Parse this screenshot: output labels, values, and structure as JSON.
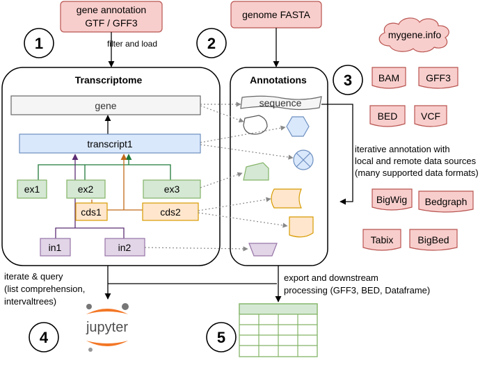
{
  "inputs": {
    "gene_annotation_line1": "gene annotation",
    "gene_annotation_line2": "GTF / GFF3",
    "genome_fasta": "genome FASTA",
    "mygene": "mygene.info"
  },
  "steps": {
    "s1": "1",
    "s2": "2",
    "s3": "3",
    "s4": "4",
    "s5": "5"
  },
  "edges": {
    "filter_load": "filter and load"
  },
  "transcriptome": {
    "title": "Transcriptome",
    "gene": "gene",
    "transcript": "transcript1",
    "exons": [
      "ex1",
      "ex2",
      "ex3"
    ],
    "cds": [
      "cds1",
      "cds2"
    ],
    "introns": [
      "in1",
      "in2"
    ]
  },
  "annotations": {
    "title": "Annotations",
    "sequence": "sequence"
  },
  "formats": [
    "BAM",
    "GFF3",
    "BED",
    "VCF",
    "BigWig",
    "Bedgraph",
    "Tabix",
    "BigBed"
  ],
  "notes": {
    "iterative": [
      "iterative annotation with",
      "local and remote data sources",
      "(many supported data formats)"
    ],
    "iterate_query": [
      "iterate & query",
      "(list comprehension,",
      "intervaltrees)"
    ],
    "export": [
      "export and downstream",
      "processing (GFF3, BED, Dataframe)"
    ]
  },
  "logo": {
    "jupyter": "jupyter"
  },
  "colors": {
    "pink_fill": "#f8cecc",
    "pink_stroke": "#b85450",
    "gray_fill": "#f5f5f5",
    "gray_stroke": "#666666",
    "blue_fill": "#dae8fc",
    "blue_stroke": "#6c8ebf",
    "green_fill": "#d5e8d4",
    "green_stroke": "#82b366",
    "orange_fill": "#ffe6cc",
    "orange_stroke": "#d79b00",
    "purple_fill": "#e1d5e7",
    "purple_stroke": "#9673a6",
    "jupyter_orange": "#f37726"
  }
}
